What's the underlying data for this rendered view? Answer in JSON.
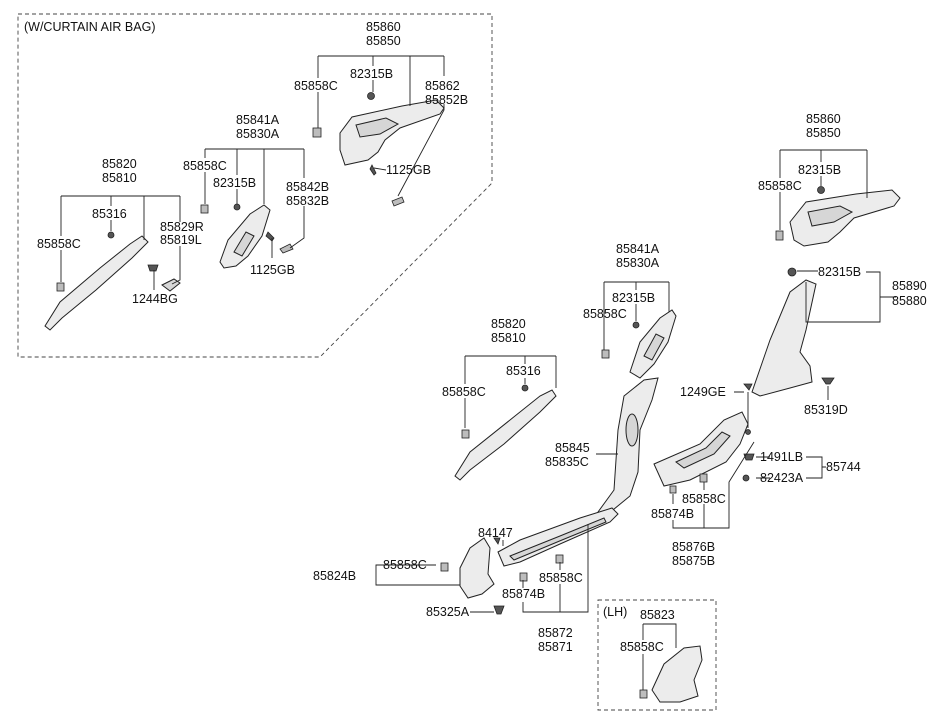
{
  "groups": {
    "curtain_airbag": "(W/CURTAIN AIR BAG)",
    "lh": "(LH)"
  },
  "labels": {
    "l_85860_a": "85860",
    "l_85850_a": "85850",
    "l_85858c_a": "85858C",
    "l_82315b_a": "82315B",
    "l_85862": "85862",
    "l_85852b": "85852B",
    "l_85841a_a": "85841A",
    "l_85830a_a": "85830A",
    "l_1125gb_a": "1125GB",
    "l_85858c_b": "85858C",
    "l_82315b_b": "82315B",
    "l_85842b": "85842B",
    "l_85832b": "85832B",
    "l_1125gb_b": "1125GB",
    "l_85820_a": "85820",
    "l_85810_a": "85810",
    "l_85316_a": "85316",
    "l_85858c_c": "85858C",
    "l_85829r": "85829R",
    "l_85819l": "85819L",
    "l_1244bg": "1244BG",
    "l_85860_b": "85860",
    "l_85850_b": "85850",
    "l_82315b_c": "82315B",
    "l_85858c_d": "85858C",
    "l_82315b_d": "82315B",
    "l_85890": "85890",
    "l_85880": "85880",
    "l_85841a_b": "85841A",
    "l_85830a_b": "85830A",
    "l_82315b_e": "82315B",
    "l_85858c_e": "85858C",
    "l_1249ge": "1249GE",
    "l_85319d": "85319D",
    "l_85820_b": "85820",
    "l_85810_b": "85810",
    "l_85316_b": "85316",
    "l_85858c_f": "85858C",
    "l_85845": "85845",
    "l_85835c": "85835C",
    "l_1491lb": "1491LB",
    "l_85744": "85744",
    "l_82423a": "82423A",
    "l_85858c_g": "85858C",
    "l_85874b_a": "85874B",
    "l_85876b": "85876B",
    "l_85875b": "85875B",
    "l_84147": "84147",
    "l_85824b": "85824B",
    "l_85858c_h": "85858C",
    "l_85858c_i": "85858C",
    "l_85874b_b": "85874B",
    "l_85325a": "85325A",
    "l_85872": "85872",
    "l_85871": "85871",
    "l_85823": "85823",
    "l_85858c_j": "85858C"
  }
}
